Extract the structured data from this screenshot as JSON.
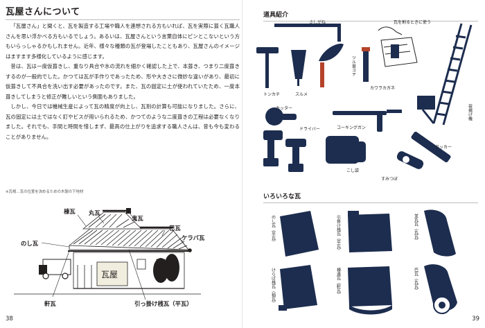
{
  "left_page": {
    "title": "瓦屋さんについて",
    "paragraphs": [
      "「瓦屋さん」と聞くと、瓦を製造する工場や職人を連想される方もいれば、瓦を実際に葺く瓦職人さんを思い浮かべる方もいるでしょう。あるいは、瓦屋さんという言葉自体にピンとこないという方もいらっしゃるかもしれません。近年、様々な種類の瓦が登場したこともあり、瓦屋さんのイメージはますます多様化しているように感じます。",
      "昔は、瓦は一度仮葺きし、重なり具合や水の流れを細かく確認した上で、本葺き、つまり二度葺きするのが一般的でした。かつては瓦が手作りであったため、形や大きさに微妙な違いがあり、最初に仮葺きして不具合を洗い出す必要があったのです。また、瓦の固定に土が使われていたため、一度本葺きしてしまうと修正が難しいという側面もありました。",
      "しかし、今日では機械生産によって瓦の精度が向上し、瓦割の計算も可能になりました。さらに、瓦の固定には土ではなく釘やビスが用いられるため、かつてのような二度葺きの工程は必要なくなりました。それでも、手間と時間を惜しまず、最高の仕上がりを追求する職人さんは、昔も今も変わることがありません。"
    ],
    "footnote": "※瓦桟…瓦の位置を決めるための木製の下地材",
    "house_labels": {
      "munegawara": "棟瓦",
      "marugawara": "丸瓦",
      "onigawara": "鬼瓦",
      "tomoegawara": "巴瓦",
      "kerabagawara": "ケラバ瓦",
      "noshigawara": "のし瓦",
      "nokigawara": "軒瓦",
      "hikkake": "引っ掛け桟瓦（平瓦）"
    },
    "page_number": "38"
  },
  "right_page": {
    "tools_title": "道具紹介",
    "tools": {
      "sashigane": "さしがね",
      "tile_cutter": "瓦を割るときに使う",
      "tsuru_kote": "ツル首コテ",
      "kawara_kagane": "カワラカガネ",
      "tonkachi": "トンカチ",
      "surume": "スルメ",
      "nifuri_ki": "荷揚げ機",
      "cutter": "カッター",
      "driver": "ドライバー",
      "caulking_gun": "コーキングガン",
      "tacker": "タッカー",
      "koshibukuro": "こし袋",
      "sumitsubo": "すみつぼ"
    },
    "tiles_title": "いろいろな瓦",
    "tiles": [
      "のし瓦（平瓦）",
      "引掛け桟瓦（平瓦）",
      "並丸瓦（丸瓦）",
      "けらば桟瓦（袖瓦）",
      "棟違瓦（軒瓦）",
      "巴瓦（丸瓦）"
    ],
    "page_number": "39"
  },
  "colors": {
    "ink": "#1d2d4f",
    "text": "#231f1f",
    "rule": "#bcbcbc"
  }
}
